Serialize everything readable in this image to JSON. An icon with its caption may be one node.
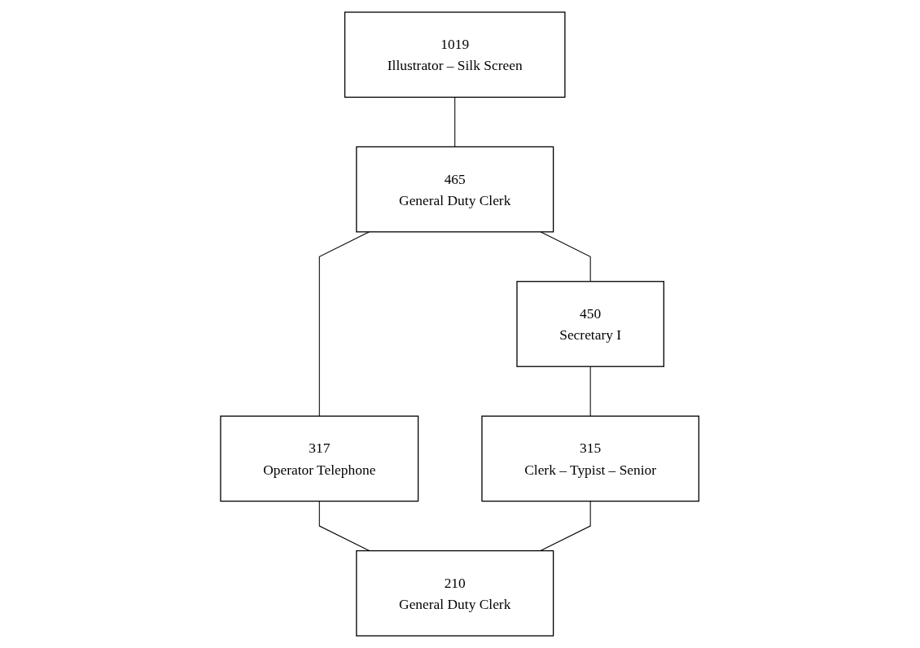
{
  "diagram": {
    "nodes": [
      {
        "text": [
          "1019",
          "Illustrator – Silk Screen"
        ]
      },
      {
        "text": [
          "465",
          "General Duty Clerk"
        ]
      },
      {
        "text": [
          "450",
          "Secretary I"
        ]
      },
      {
        "text": [
          "317",
          "Operator Telephone"
        ]
      },
      {
        "text": [
          "315",
          "Clerk – Typist – Senior"
        ]
      },
      {
        "text": [
          "210",
          "General Duty Clerk"
        ]
      }
    ],
    "edges": [
      {
        "from": 0,
        "to": 1,
        "arrow": "none"
      },
      {
        "from": 1,
        "to": 2,
        "arrow": "none"
      },
      {
        "from": 1,
        "to": 3,
        "arrow": "none"
      },
      {
        "from": 2,
        "to": 4,
        "arrow": "none"
      },
      {
        "from": 3,
        "to": 5,
        "arrow": "none"
      },
      {
        "from": 4,
        "to": 5,
        "arrow": "none"
      }
    ]
  }
}
